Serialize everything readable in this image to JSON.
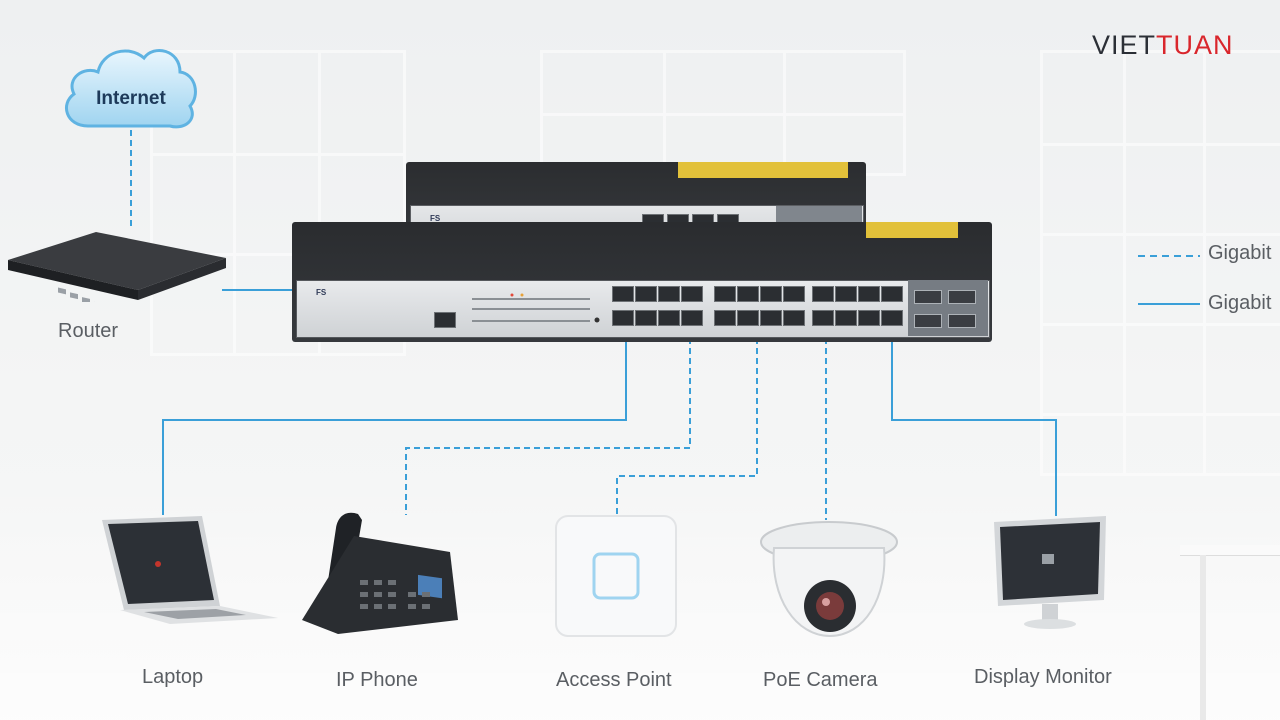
{
  "logo": {
    "part1": "VIET",
    "part2": "TUAN",
    "brand_color": "#d9262c"
  },
  "cloud": {
    "label": "Internet"
  },
  "router": {
    "label": "Router"
  },
  "switches": {
    "brand": "FS"
  },
  "legend": [
    {
      "label": "Gigabit",
      "style": "dashed"
    },
    {
      "label": "Gigabit",
      "style": "solid"
    }
  ],
  "devices": [
    {
      "label": "Laptop",
      "icon": "laptop-icon"
    },
    {
      "label": "IP Phone",
      "icon": "ip-phone-icon"
    },
    {
      "label": "Access Point",
      "icon": "access-point-icon"
    },
    {
      "label": "PoE Camera",
      "icon": "poe-camera-icon"
    },
    {
      "label": "Display Monitor",
      "icon": "display-monitor-icon"
    }
  ],
  "colors": {
    "link": "#3a9fd8",
    "switch_body": "#2b2d30",
    "label_yellow": "#e2c13a"
  }
}
